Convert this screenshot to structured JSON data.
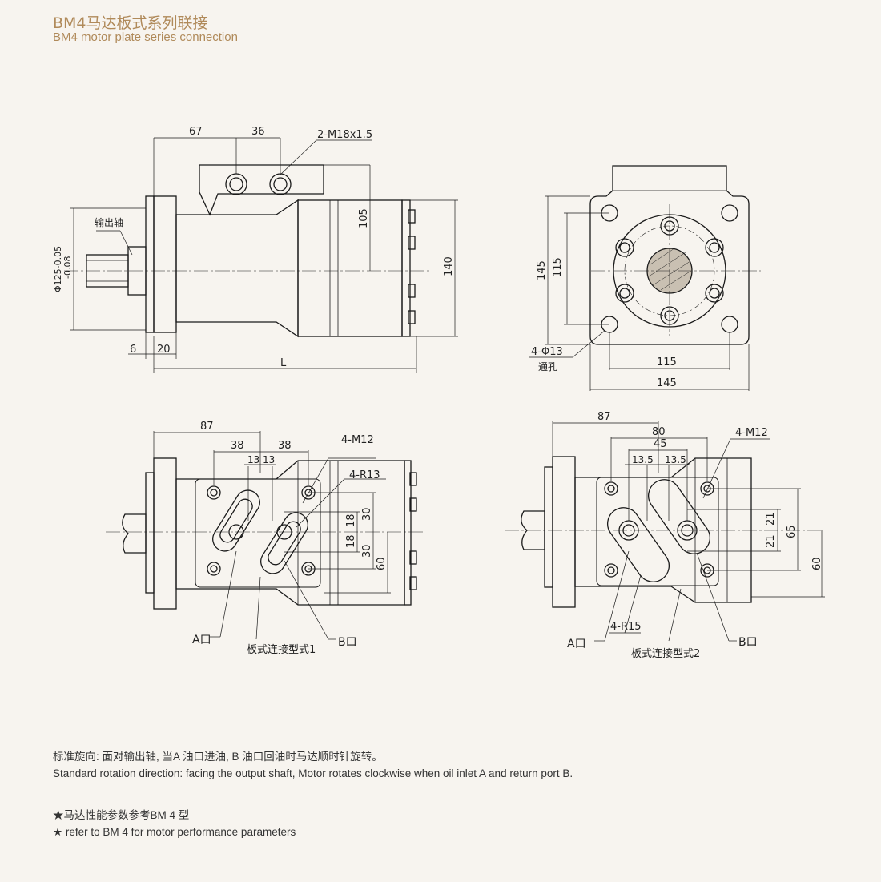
{
  "header": {
    "title_cn": "BM4马达板式系列联接",
    "title_en": "BM4 motor plate series connection"
  },
  "view_side": {
    "dim_67": "67",
    "dim_36": "36",
    "thread": "2-M18x1.5",
    "shaft_label": "输出轴",
    "dim_105": "105",
    "dim_140": "140",
    "dia": "Φ125-0.05",
    "dia_tol": "-0.08",
    "dim_6": "6",
    "dim_20": "20",
    "dim_L": "L"
  },
  "view_front": {
    "dim_145v": "145",
    "dim_115v": "115",
    "holes": "4-Φ13",
    "through": "通孔",
    "dim_115h": "115",
    "dim_145h": "145"
  },
  "view_plate1": {
    "dim_87": "87",
    "dim_38a": "38",
    "dim_38b": "38",
    "dim_13a": "13",
    "dim_13b": "13",
    "thread": "4-M12",
    "radius": "4-R13",
    "dim_30a": "30",
    "dim_18a": "18",
    "dim_18b": "18",
    "dim_30b": "30",
    "dim_60": "60",
    "port_a": "A口",
    "port_b": "B口",
    "caption": "板式连接型式1"
  },
  "view_plate2": {
    "dim_87": "87",
    "dim_80": "80",
    "dim_45": "45",
    "dim_135a": "13.5",
    "dim_135b": "13.5",
    "thread": "4-M12",
    "dim_21a": "21",
    "dim_21b": "21",
    "dim_65": "65",
    "dim_60": "60",
    "radius": "4-R15",
    "port_a": "A口",
    "port_b": "B口",
    "caption": "板式连接型式2"
  },
  "notes": {
    "rotation_cn": "标准旋向: 面对输出轴, 当A 油口进油, B 油口回油时马达顺时针旋转。",
    "rotation_en": "Standard rotation direction: facing the output shaft, Motor rotates clockwise when oil inlet A and return port B.",
    "perf_cn": "★马达性能参数参考BM 4 型",
    "perf_en": "★ refer to BM 4 for motor performance parameters"
  },
  "colors": {
    "accent": "#b08a5a",
    "line": "#1a1a1a",
    "background": "#f7f4ef"
  }
}
